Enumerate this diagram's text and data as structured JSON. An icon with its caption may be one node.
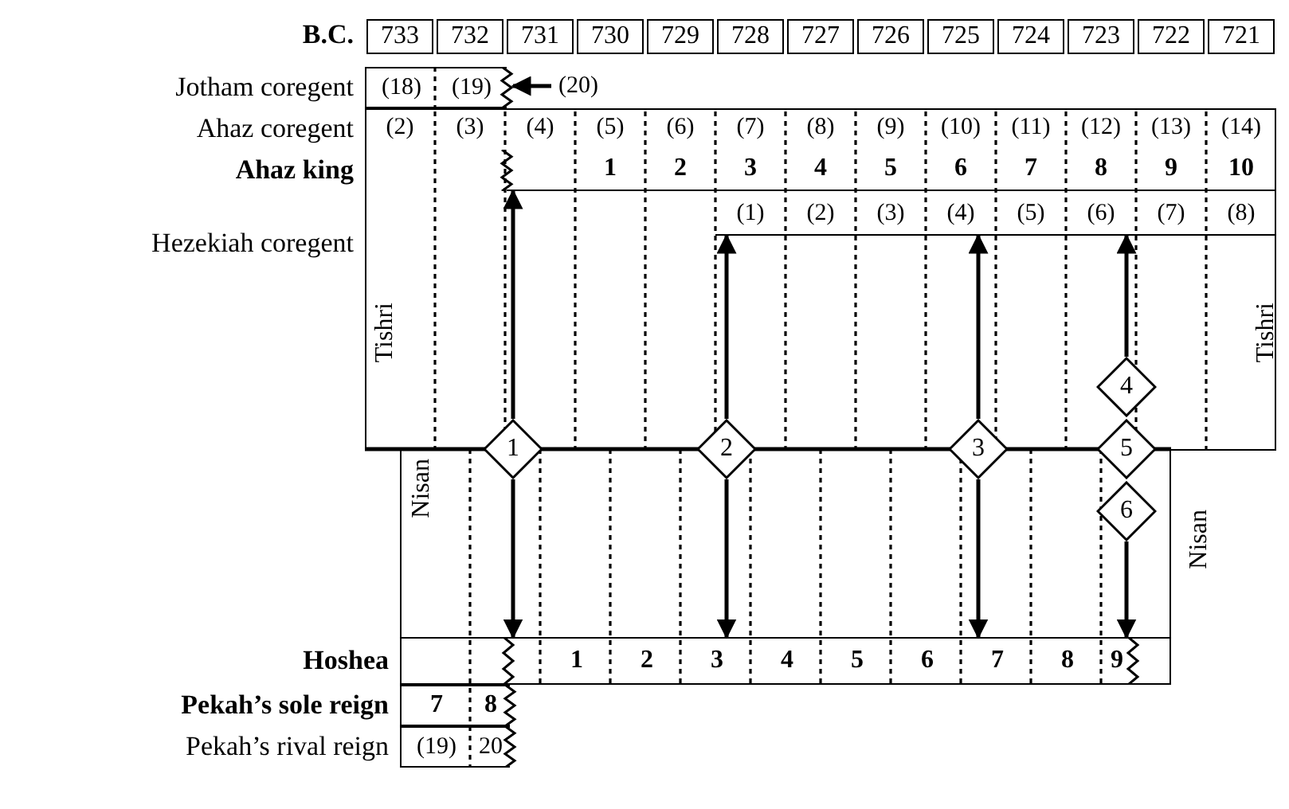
{
  "diagram": {
    "nodes": [
      {
        "text": [
          "Jotham coregent",
          "(18)",
          "(19)"
        ]
      },
      {
        "text": [
          "(20)"
        ]
      },
      {
        "text": [
          "Ahaz coregent",
          "(2)",
          "(3)",
          "(4)",
          "(5)",
          "(6)",
          "(7)",
          "(8)",
          "(9)",
          "(10)",
          "(11)",
          "(12)",
          "(13)",
          "(14)"
        ]
      },
      {
        "text": [
          "Ahaz king",
          "1",
          "2",
          "3",
          "4",
          "5",
          "6",
          "7",
          "8",
          "9",
          "10"
        ]
      },
      {
        "text": [
          "Hezekiah coregent",
          "(1)",
          "(2)",
          "(3)",
          "(4)",
          "(5)",
          "(6)",
          "(7)",
          "(8)"
        ]
      },
      {
        "text": [
          "1"
        ]
      },
      {
        "text": [
          "2"
        ]
      },
      {
        "text": [
          "3"
        ]
      },
      {
        "text": [
          "4"
        ]
      },
      {
        "text": [
          "5"
        ]
      },
      {
        "text": [
          "6"
        ]
      },
      {
        "text": [
          "Hoshea",
          "1",
          "2",
          "3",
          "4",
          "5",
          "6",
          "7",
          "8",
          "9"
        ]
      },
      {
        "text": [
          "Pekah’s sole reign",
          "7",
          "8"
        ]
      },
      {
        "text": [
          "Pekah’s rival reign",
          "(19)",
          "20"
        ]
      }
    ],
    "edges": [
      {
        "from": 1,
        "to": 0,
        "arrow": "to"
      },
      {
        "from": 5,
        "to": 3,
        "arrow": "to"
      },
      {
        "from": 5,
        "to": 11,
        "arrow": "to"
      },
      {
        "from": 6,
        "to": 4,
        "arrow": "to"
      },
      {
        "from": 6,
        "to": 11,
        "arrow": "to"
      },
      {
        "from": 7,
        "to": 4,
        "arrow": "to"
      },
      {
        "from": 7,
        "to": 11,
        "arrow": "to"
      },
      {
        "from": 8,
        "to": 4,
        "arrow": "to"
      },
      {
        "from": 10,
        "to": 11,
        "arrow": "to"
      }
    ],
    "labels": [
      "B.C.",
      "733",
      "732",
      "731",
      "730",
      "729",
      "728",
      "727",
      "726",
      "725",
      "724",
      "723",
      "722",
      "721",
      "Tishri",
      "Tishri",
      "Nisan",
      "Nisan"
    ]
  }
}
